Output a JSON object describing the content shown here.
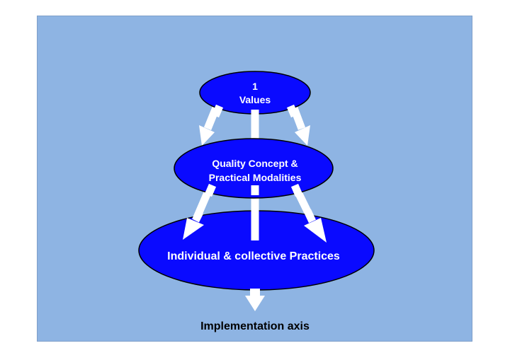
{
  "diagram": {
    "top": {
      "line1": "1",
      "line2": "Values"
    },
    "middle": {
      "line1": "Quality Concept &",
      "line2": "Practical Modalities"
    },
    "bottom": {
      "label": "Individual & collective Practices"
    },
    "axis_label": "Implementation axis"
  },
  "colors": {
    "slide_background": "#8eb4e3",
    "ellipse_fill": "#0a0aff",
    "ellipse_stroke": "#000000",
    "arrow": "#ffffff"
  }
}
